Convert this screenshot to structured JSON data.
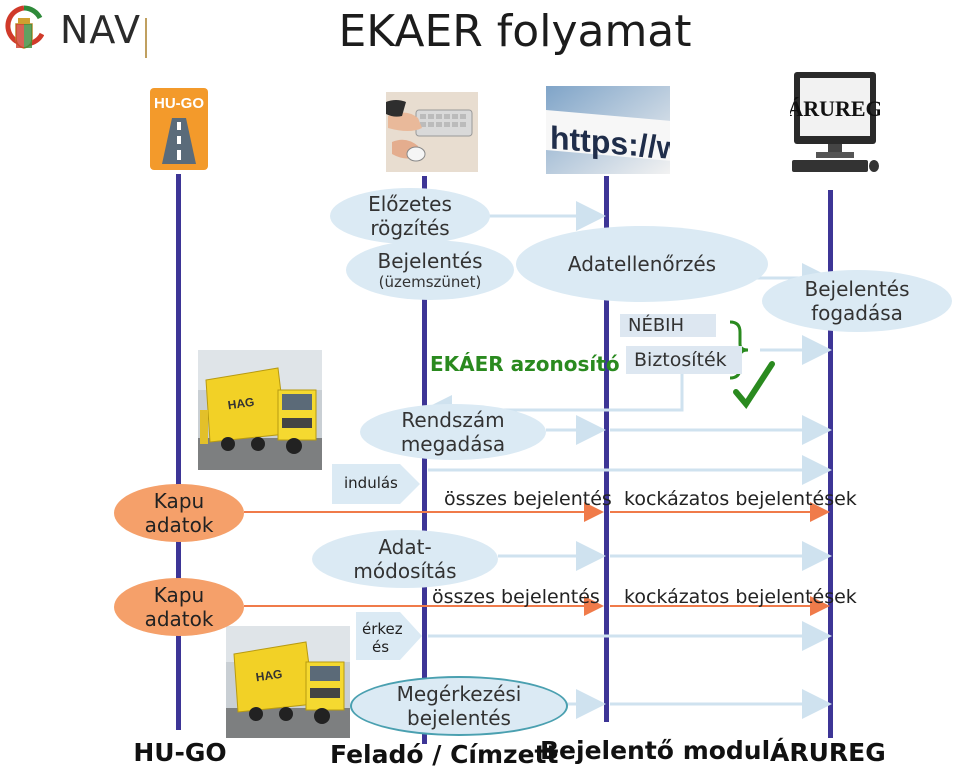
{
  "title": "EKAER folyamat",
  "brand": {
    "name": "NAV"
  },
  "colors": {
    "lane": "#3d3596",
    "bubble": "#dbeaf4",
    "orange": "#f5a06a",
    "arrow": "#f07b4a",
    "green": "#2a8a1f"
  },
  "columns": [
    {
      "id": "hugo",
      "label": "HU-GO",
      "icon": "hu-go-road-sign-icon",
      "icon_text": "HU-GO"
    },
    {
      "id": "felado",
      "label": "Feladó / Címzett",
      "icon": "keyboard-mouse-icon"
    },
    {
      "id": "modul",
      "label": "Bejelentő modul",
      "icon": "https-browser-icon",
      "icon_text": "https://www."
    },
    {
      "id": "arureg",
      "label": "ÁRUREG",
      "icon": "computer-monitor-icon",
      "icon_text": "ÁRUREG"
    }
  ],
  "bubbles": {
    "elozetes": {
      "line1": "Előzetes",
      "line2": "rögzítés"
    },
    "bejelentes": {
      "line1": "Bejelentés",
      "line2": "(üzemszünet)"
    },
    "adatellenorzes": {
      "line1": "Adatellenőrzés"
    },
    "fogadas": {
      "line1": "Bejelentés",
      "line2": "fogadása"
    },
    "rendszam": {
      "line1": "Rendszám",
      "line2": "megadása"
    },
    "adatmod": {
      "line1": "Adat-",
      "line2": "módosítás"
    },
    "megerkezesi": {
      "line1": "Megérkezési",
      "line2": "bejelentés"
    }
  },
  "kapu": [
    {
      "line1": "Kapu",
      "line2": "adatok"
    },
    {
      "line1": "Kapu",
      "line2": "adatok"
    }
  ],
  "labels": {
    "ekaer_id": "EKÁER azonosító",
    "nebih": "NÉBIH",
    "biztositek": "Biztosíték",
    "indulas": "indulás",
    "erkezes_1": "érkez",
    "erkezes_2": "és",
    "osszes_1": "összes bejelentés",
    "kockazatos_1": "kockázatos bejelentések",
    "osszes_2": "összes bejelentés",
    "kockazatos_2": "kockázatos bejelentések"
  },
  "icons": {
    "check": "check-mark-icon",
    "bracket": "curly-bracket-icon",
    "truck": "yellow-truck-photo"
  }
}
